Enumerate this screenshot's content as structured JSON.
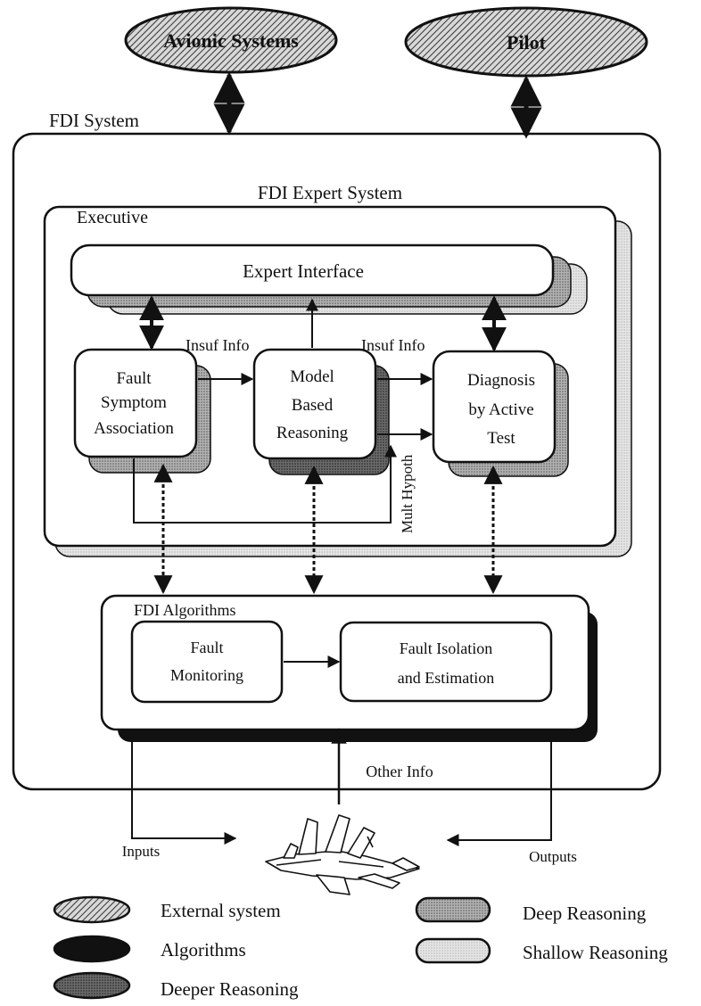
{
  "external": {
    "avionic": "Avionic Systems",
    "pilot": "Pilot"
  },
  "fdi_system": {
    "title": "FDI System"
  },
  "expert_system": {
    "title": "FDI Expert System",
    "executive_title": "Executive",
    "expert_interface": "Expert Interface",
    "fault_symptom": [
      "Fault",
      "Symptom",
      "Association"
    ],
    "model_based": [
      "Model",
      "Based",
      "Reasoning"
    ],
    "diagnosis": [
      "Diagnosis",
      "by Active",
      "Test"
    ],
    "insuf_info_1": "Insuf Info",
    "insuf_info_2": "Insuf Info",
    "mult_hypoth": "Mult Hypoth"
  },
  "algorithms": {
    "title": "FDI Algorithms",
    "fault_monitoring": [
      "Fault",
      "Monitoring"
    ],
    "fault_isolation": [
      "Fault Isolation",
      "and Estimation"
    ],
    "other_info": "Other Info"
  },
  "io": {
    "inputs": "Inputs",
    "outputs": "Outputs"
  },
  "legend": {
    "external": "External system",
    "algorithms": "Algorithms",
    "deeper": "Deeper Reasoning",
    "deep": "Deep Reasoning",
    "shallow": "Shallow Reasoning"
  },
  "colors": {
    "ink": "#111111",
    "paper": "#ffffff",
    "shallow": "#dcdcdc",
    "deep": "#9a9a9a",
    "deeper": "#5a5a5a"
  }
}
